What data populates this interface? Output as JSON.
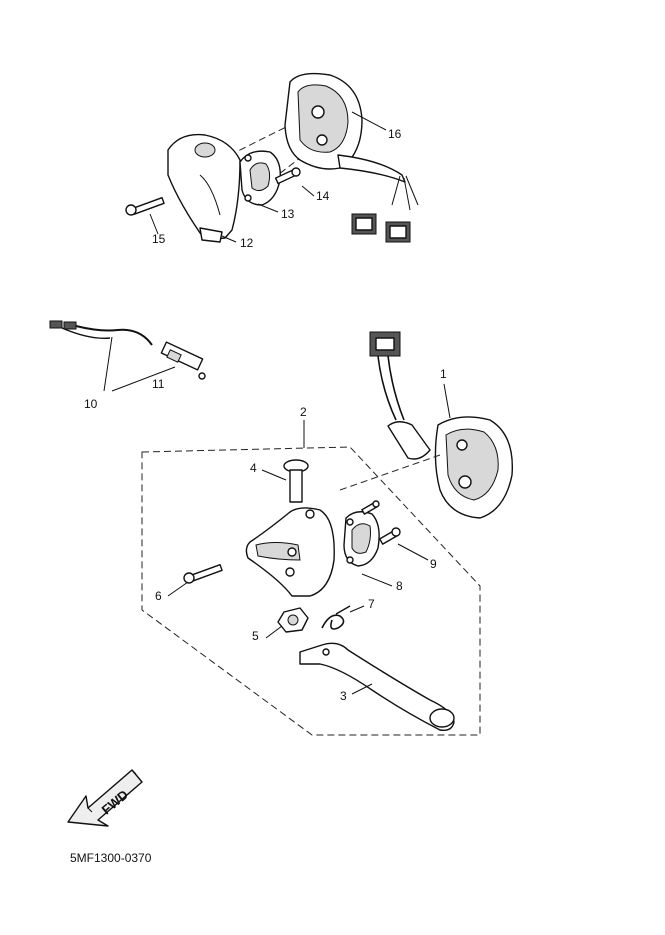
{
  "diagram": {
    "callouts": {
      "c1": "1",
      "c2": "2",
      "c3": "3",
      "c4": "4",
      "c5": "5",
      "c6": "6",
      "c7": "7",
      "c8": "8",
      "c9": "9",
      "c10": "10",
      "c11": "11",
      "c12": "12",
      "c13": "13",
      "c14": "14",
      "c15": "15",
      "c16": "16"
    },
    "direction_label": "FWD",
    "diagram_code": "5MF1300-0370"
  }
}
